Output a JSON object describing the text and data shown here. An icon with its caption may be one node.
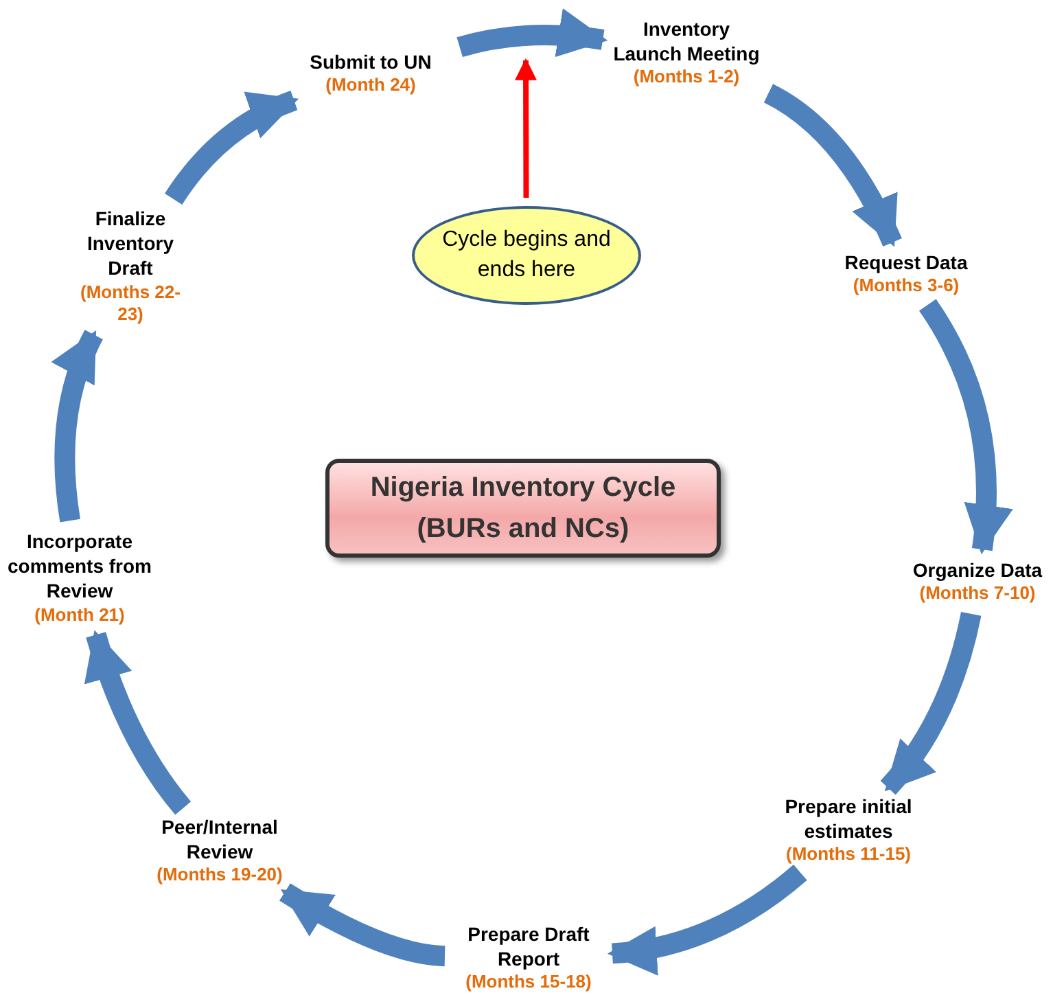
{
  "diagram": {
    "nodes": [
      {
        "text": [
          "Submit to UN",
          "(Month 24)"
        ]
      },
      {
        "text": [
          "Inventory Launch Meeting",
          "(Months 1-2)"
        ]
      },
      {
        "text": [
          "Request Data",
          "(Months 3-6)"
        ]
      },
      {
        "text": [
          "Organize Data",
          "(Months 7-10)"
        ]
      },
      {
        "text": [
          "Prepare initial estimates",
          "(Months 11-15)"
        ]
      },
      {
        "text": [
          "Prepare Draft Report",
          "(Months 15-18)"
        ]
      },
      {
        "text": [
          "Peer/Internal Review",
          "(Months 19-20)"
        ]
      },
      {
        "text": [
          "Incorporate comments from Review",
          "(Month 21)"
        ]
      },
      {
        "text": [
          "Finalize Inventory Draft",
          "(Months 22-23)"
        ]
      },
      {
        "text": [
          "Cycle begins and ends here"
        ]
      },
      {
        "text": [
          "Nigeria Inventory Cycle (BURs and NCs)"
        ]
      }
    ],
    "edges": [
      {
        "from": 0,
        "to": 1,
        "arrow": "to"
      },
      {
        "from": 1,
        "to": 2,
        "arrow": "to"
      },
      {
        "from": 2,
        "to": 3,
        "arrow": "to"
      },
      {
        "from": 3,
        "to": 4,
        "arrow": "to"
      },
      {
        "from": 4,
        "to": 5,
        "arrow": "to"
      },
      {
        "from": 5,
        "to": 6,
        "arrow": "to"
      },
      {
        "from": 6,
        "to": 7,
        "arrow": "to"
      },
      {
        "from": 7,
        "to": 8,
        "arrow": "to"
      },
      {
        "from": 8,
        "to": 0,
        "arrow": "to"
      },
      {
        "from": 9,
        "to": null,
        "arrow": "to",
        "color": "#ff0000"
      }
    ]
  }
}
